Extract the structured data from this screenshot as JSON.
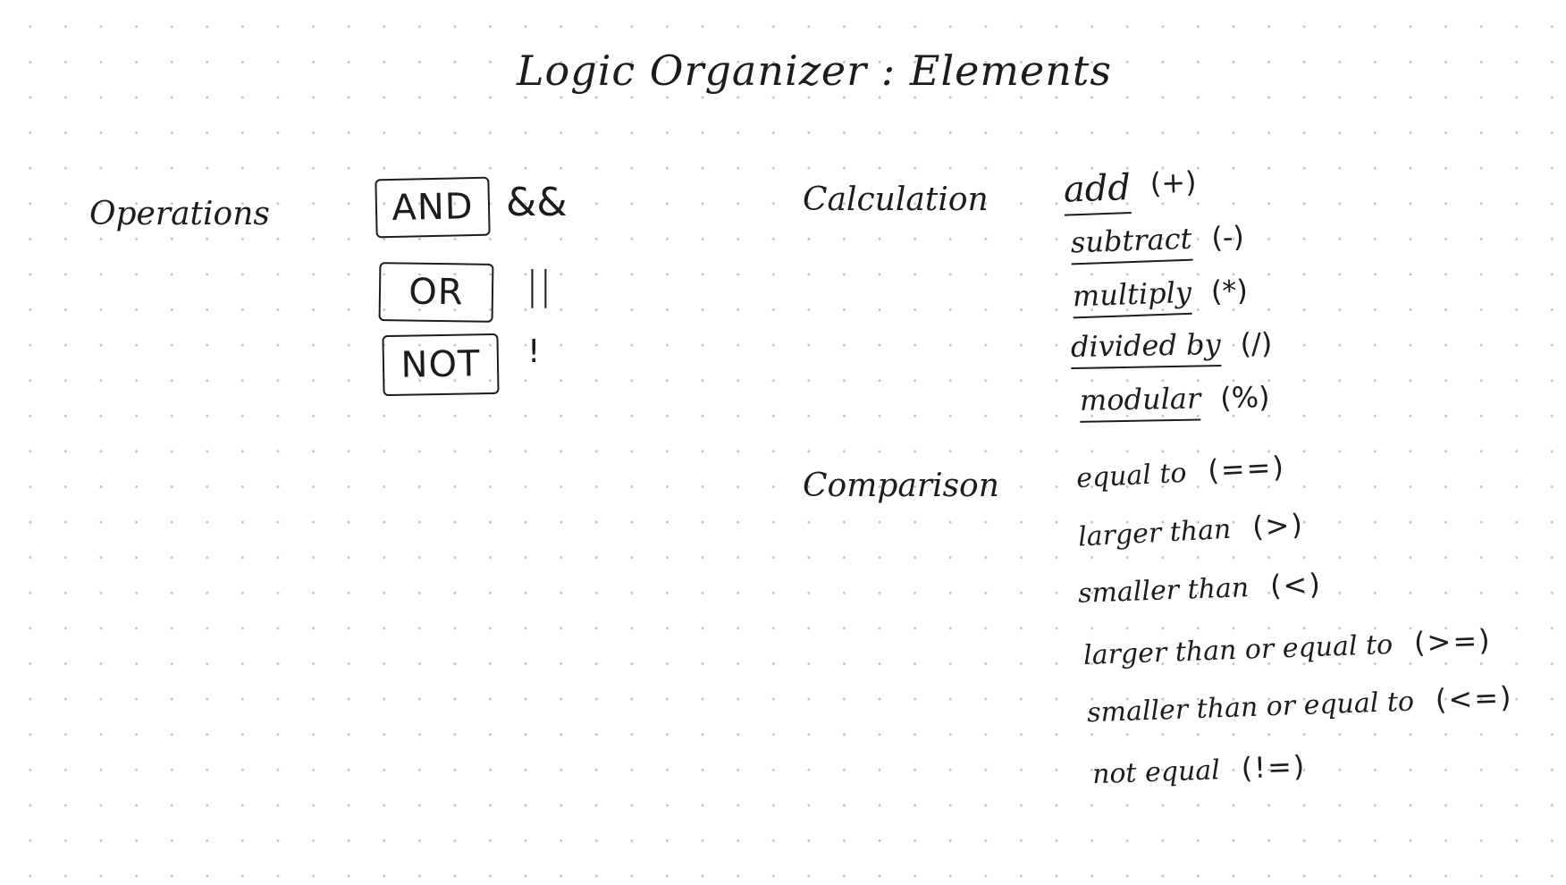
{
  "title": "Logic Organizer : Elements",
  "operations": {
    "label": "Operations",
    "items": [
      {
        "name": "AND",
        "symbol": "&&"
      },
      {
        "name": "OR",
        "symbol": "||"
      },
      {
        "name": "NOT",
        "symbol": "!"
      }
    ]
  },
  "calculation": {
    "label": "Calculation",
    "items": [
      {
        "term": "add",
        "symbol": "(+)"
      },
      {
        "term": "subtract",
        "symbol": "(-)"
      },
      {
        "term": "multiply",
        "symbol": "(*)"
      },
      {
        "term": "divided by",
        "symbol": "(/)"
      },
      {
        "term": "modular",
        "symbol": "(%)"
      }
    ]
  },
  "comparison": {
    "label": "Comparison",
    "items": [
      {
        "term": "equal to",
        "symbol": "(==)"
      },
      {
        "term": "larger than",
        "symbol": "(>)"
      },
      {
        "term": "smaller than",
        "symbol": "(<)"
      },
      {
        "term": "larger than or equal to",
        "symbol": "(>=)"
      },
      {
        "term": "smaller than or equal to",
        "symbol": "(<=)"
      },
      {
        "term": "not equal",
        "symbol": "(!=)"
      }
    ]
  }
}
